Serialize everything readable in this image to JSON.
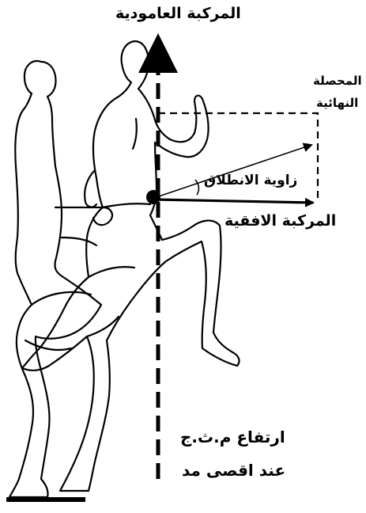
{
  "labels": {
    "vertical_component": "المركبة العامودية",
    "resultant_line1": "المحصلة",
    "resultant_line2": "النهائية",
    "launch_angle": "زاوية الانطلاق",
    "horizontal_component": "المركبة الافقية",
    "cg_height_line1": "ارتفاع  م.ث.ج",
    "cg_height_line2": "عند اقصى مد"
  },
  "colors": {
    "ink": "#000000",
    "background": "#ffffff"
  }
}
